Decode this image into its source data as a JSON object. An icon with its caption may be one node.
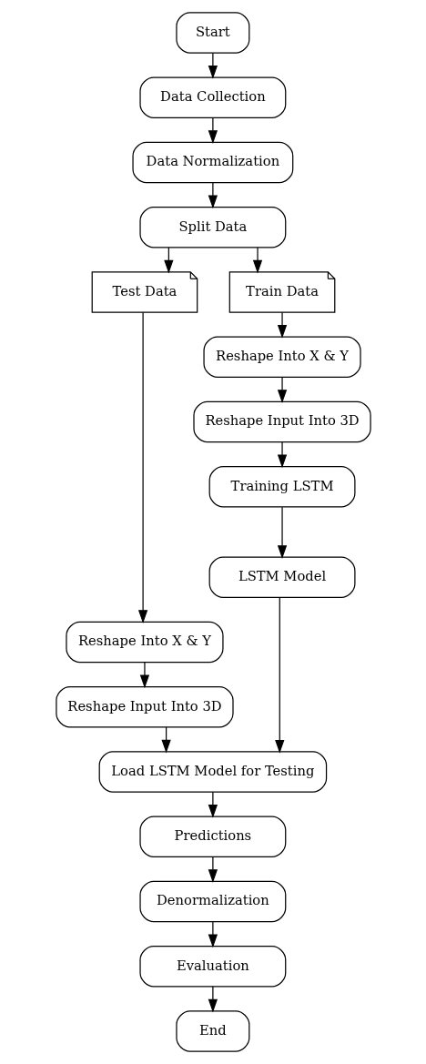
{
  "diagram": {
    "nodes": [
      {
        "text": [
          "Start"
        ]
      },
      {
        "text": [
          "Data Collection"
        ]
      },
      {
        "text": [
          "Data Normalization"
        ]
      },
      {
        "text": [
          "Split Data"
        ]
      },
      {
        "text": [
          "Test Data"
        ]
      },
      {
        "text": [
          "Train Data"
        ]
      },
      {
        "text": [
          "Reshape Into X & Y"
        ]
      },
      {
        "text": [
          "Reshape Input Into 3D"
        ]
      },
      {
        "text": [
          "Training LSTM"
        ]
      },
      {
        "text": [
          "LSTM Model"
        ]
      },
      {
        "text": [
          "Reshape Into X & Y"
        ]
      },
      {
        "text": [
          "Reshape Input Into 3D"
        ]
      },
      {
        "text": [
          "Load LSTM Model for Testing"
        ]
      },
      {
        "text": [
          "Predictions"
        ]
      },
      {
        "text": [
          "Denormalization"
        ]
      },
      {
        "text": [
          "Evaluation"
        ]
      },
      {
        "text": [
          "End"
        ]
      }
    ],
    "edges": [
      {
        "from": 0,
        "to": 1,
        "arrow": "to"
      },
      {
        "from": 1,
        "to": 2,
        "arrow": "to"
      },
      {
        "from": 2,
        "to": 3,
        "arrow": "to"
      },
      {
        "from": 3,
        "to": 4,
        "arrow": "to"
      },
      {
        "from": 3,
        "to": 5,
        "arrow": "to"
      },
      {
        "from": 5,
        "to": 6,
        "arrow": "to"
      },
      {
        "from": 6,
        "to": 7,
        "arrow": "to"
      },
      {
        "from": 7,
        "to": 8,
        "arrow": "to"
      },
      {
        "from": 8,
        "to": 9,
        "arrow": "to"
      },
      {
        "from": 4,
        "to": 10,
        "arrow": "to"
      },
      {
        "from": 10,
        "to": 11,
        "arrow": "to"
      },
      {
        "from": 9,
        "to": 12,
        "arrow": "to"
      },
      {
        "from": 11,
        "to": 12,
        "arrow": "to"
      },
      {
        "from": 12,
        "to": 13,
        "arrow": "to"
      },
      {
        "from": 13,
        "to": 14,
        "arrow": "to"
      },
      {
        "from": 14,
        "to": 15,
        "arrow": "to"
      },
      {
        "from": 15,
        "to": 16,
        "arrow": "to"
      }
    ]
  }
}
